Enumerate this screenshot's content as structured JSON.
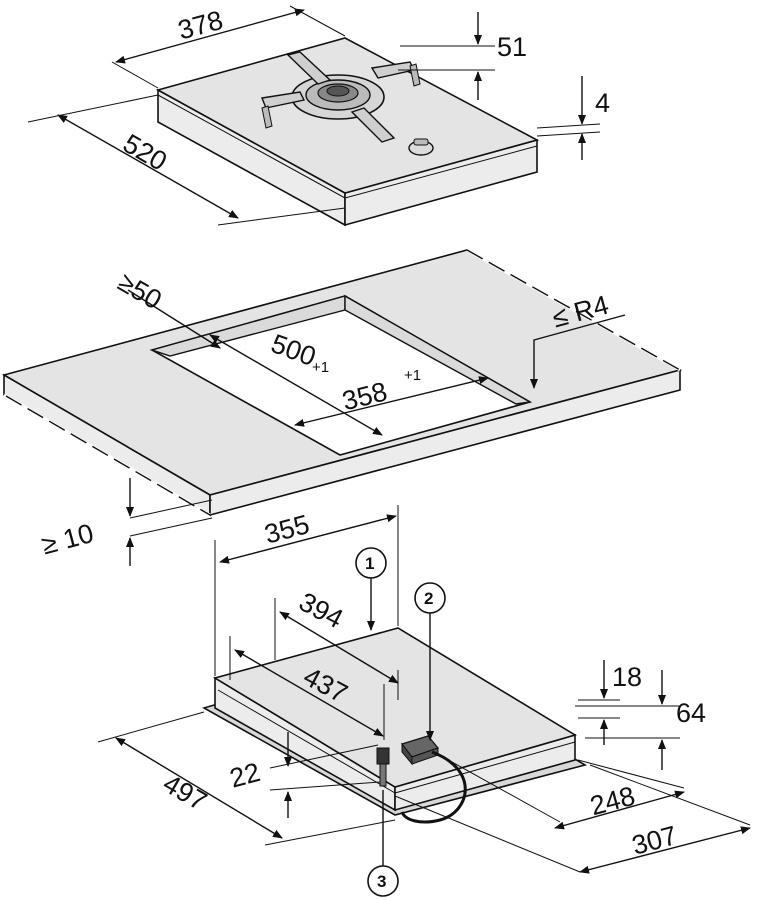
{
  "hob": {
    "width": "378",
    "depth": "520",
    "burner_height": "51",
    "glass_thickness": "4"
  },
  "cutout": {
    "min_clearance_back": "≥50",
    "depth": "500",
    "depth_tol": "+1",
    "width": "358",
    "width_tol": "+1",
    "corner_radius": "≤ R4",
    "min_worktop_thickness": "≥ 10"
  },
  "underside": {
    "width": "355",
    "offset_1": "394",
    "offset_2": "437",
    "depth": "497",
    "connector_height": "22",
    "top_height": "18",
    "total_height": "64",
    "conn_dist_1": "248",
    "conn_dist_2": "307"
  },
  "callouts": [
    "1",
    "2",
    "3"
  ]
}
